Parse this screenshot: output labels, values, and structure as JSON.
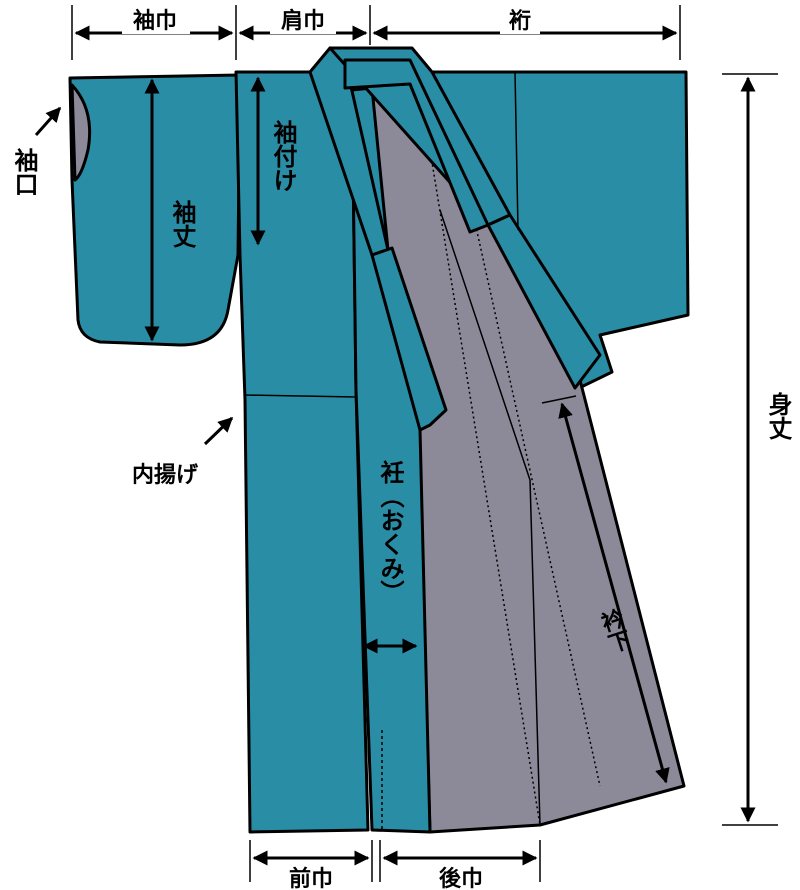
{
  "colors": {
    "fabric": "#2a8da6",
    "lining": "#8c8a99",
    "line": "#000000"
  },
  "labels": {
    "sodehaba": "袖巾",
    "katahaba": "肩巾",
    "yuki": "裄",
    "sodeguchi": "袖口",
    "sodetake": "袖丈",
    "sodetsuke": "袖付け",
    "uchiage": "内揚げ",
    "mitake": "身丈",
    "okumi": "衽（おくみ）",
    "eri": "衿下",
    "maehaba": "前巾",
    "ushirohaba": "後巾"
  }
}
